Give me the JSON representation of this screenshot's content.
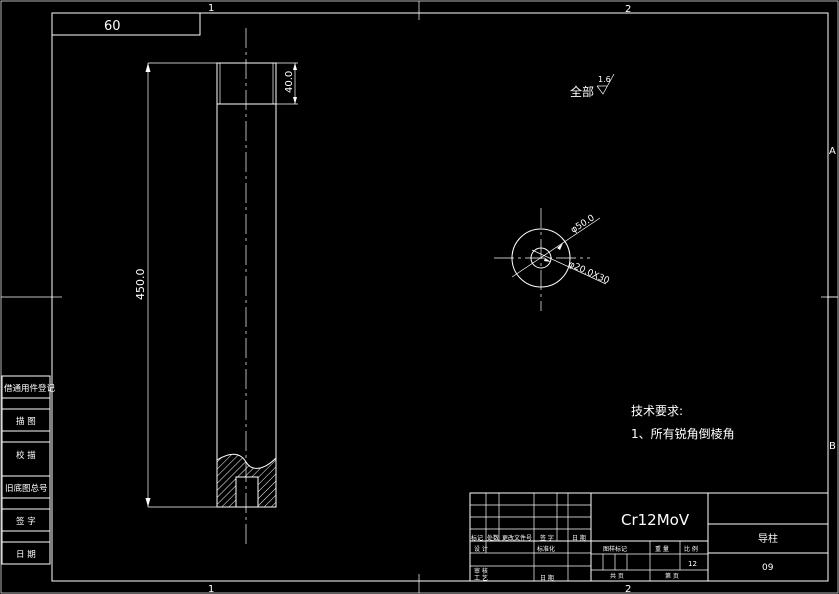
{
  "zones": {
    "top_1": "1",
    "top_2": "2",
    "bottom_1": "1",
    "bottom_2": "2",
    "right_A": "A",
    "right_B": "B"
  },
  "top_left_box": {
    "code": "60"
  },
  "dimensions": {
    "part_length": "450.0",
    "bore_depth": "40.0",
    "diameter": "φ50.0",
    "hole": "φ20.0X30"
  },
  "surface_finish": {
    "label": "全部",
    "roughness": "1.6"
  },
  "tech_requirements": {
    "title": "技术要求:",
    "items": [
      "1、所有锐角倒棱角"
    ]
  },
  "left_stamp": {
    "rows": [
      "借通用件登记",
      "描 图",
      "校 描",
      "旧底图总号",
      "签 字",
      "日 期"
    ]
  },
  "title_block": {
    "material": "Cr12MoV",
    "part_name": "导柱",
    "drawing_no": "09",
    "scale": "12",
    "labels": {
      "mark": "标记",
      "count": "处数",
      "change_doc": "更改文件号",
      "sign": "签 字",
      "date": "日 期",
      "design": "设 计",
      "standardize": "标准化",
      "stage_mark": "图样标记",
      "weight": "重 量",
      "ratio": "比 例",
      "review": "审 核",
      "process": "工 艺",
      "date2": "日 期",
      "total": "共 页",
      "sheet": "第 页"
    }
  }
}
